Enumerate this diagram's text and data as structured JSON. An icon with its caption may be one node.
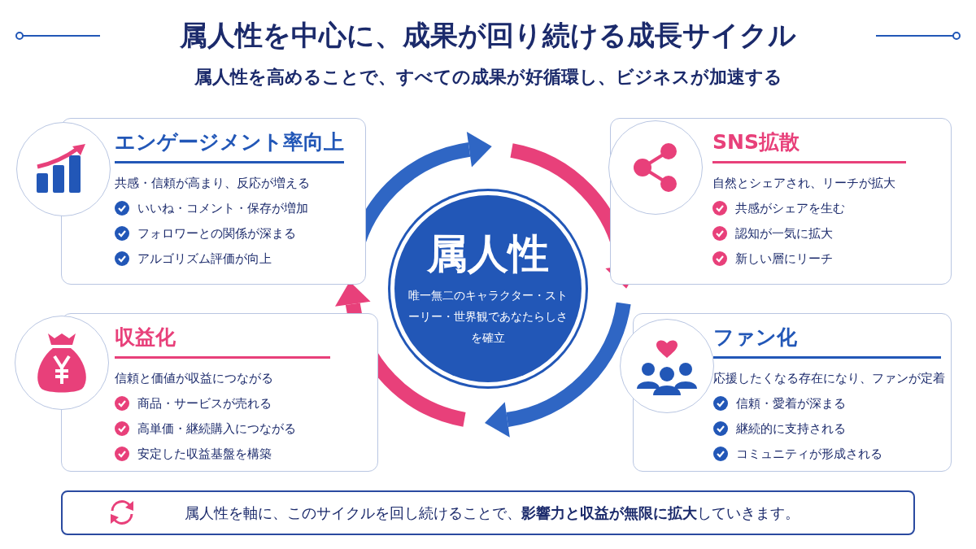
{
  "diagram": {
    "title": "属人性を中心に、成果が回り続ける**成長サイクル**",
    "nodes": [
      {
        "text": [
          "属人性",
          "唯一無二のキャラクター・ストーリー・世界観であなたらしさを確立"
        ]
      },
      {
        "text": [
          "エンゲージメント率向上",
          "共感・信頼が高まり、反応が増える",
          "いいね・コメント・保存が増加",
          "フォロワーとの関係が深まる",
          "アルゴリズム評価が向上"
        ]
      },
      {
        "text": [
          "SNS拡散",
          "自然とシェアされ、リーチが拡大",
          "共感がシェアを生む",
          "認知が一気に拡大",
          "新しい層にリーチ"
        ]
      },
      {
        "text": [
          "収益化",
          "信頼と価値が収益につながる",
          "商品・サービスが売れる",
          "高単価・継続購入につながる",
          "安定した収益基盤を構築"
        ]
      },
      {
        "text": [
          "ファン化",
          "応援したくなる存在になり、ファンが定着",
          "信頼・愛着が深まる",
          "継続的に支持される",
          "コミュニティが形成される"
        ]
      },
      {
        "text": [
          "属人性を軸に、このサイクルを回し続けることで、**影響力と収益が無限に拡大**していきます。"
        ]
      }
    ],
    "labels": [
      "属人性を高めることで、すべての成果が**好循環**し、**ビジネス**が**加速**する"
    ]
  }
}
